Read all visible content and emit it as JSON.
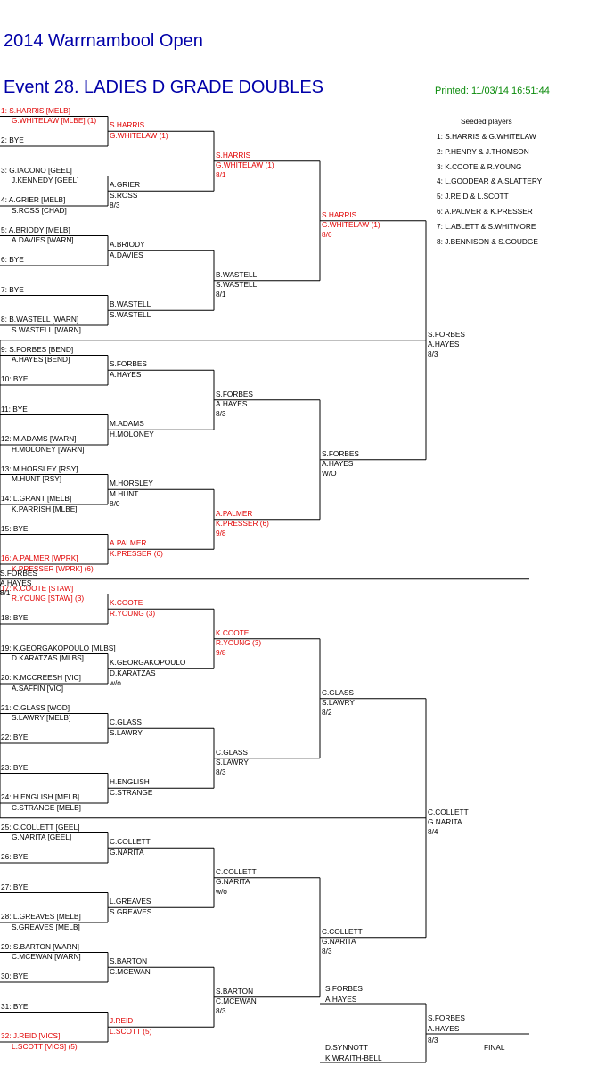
{
  "header": {
    "title": "2014 Warrnambool Open",
    "event": "Event 28. LADIES D GRADE DOUBLES",
    "printed": "Printed: 11/03/14 16:51:44"
  },
  "seeded": {
    "title": "Seeded players",
    "items": [
      "1: S.HARRIS & G.WHITELAW",
      "2: P.HENRY & J.THOMSON",
      "3: K.COOTE & R.YOUNG",
      "4: L.GOODEAR & A.SLATTERY",
      "5: J.REID & L.SCOTT",
      "6: A.PALMER & K.PRESSER",
      "7: L.ABLETT & S.WHITMORE",
      "8: J.BENNISON & S.GOUDGE"
    ]
  },
  "draw": [
    {
      "line1": "1: S.HARRIS [MELB]",
      "line2": "G.WHITELAW [MLBE] (1)",
      "seeded": true
    },
    {
      "line1": "2: BYE",
      "line2": "",
      "seeded": false
    },
    {
      "line1": "3: G.IACONO [GEEL]",
      "line2": "J.KENNEDY [GEEL]",
      "seeded": false
    },
    {
      "line1": "4: A.GRIER [MELB]",
      "line2": "S.ROSS [CHAD]",
      "seeded": false
    },
    {
      "line1": "5: A.BRIODY [MELB]",
      "line2": "A.DAVIES [WARN]",
      "seeded": false
    },
    {
      "line1": "6: BYE",
      "line2": "",
      "seeded": false
    },
    {
      "line1": "7: BYE",
      "line2": "",
      "seeded": false
    },
    {
      "line1": "8: B.WASTELL [WARN]",
      "line2": "S.WASTELL [WARN]",
      "seeded": false
    },
    {
      "line1": "9: S.FORBES [BEND]",
      "line2": "A.HAYES [BEND]",
      "seeded": false
    },
    {
      "line1": "10: BYE",
      "line2": "",
      "seeded": false
    },
    {
      "line1": "11: BYE",
      "line2": "",
      "seeded": false
    },
    {
      "line1": "12: M.ADAMS [WARN]",
      "line2": "H.MOLONEY [WARN]",
      "seeded": false
    },
    {
      "line1": "13: M.HORSLEY [RSY]",
      "line2": "M.HUNT [RSY]",
      "seeded": false
    },
    {
      "line1": "14: L.GRANT [MELB]",
      "line2": "K.PARRISH [MLBE]",
      "seeded": false
    },
    {
      "line1": "15: BYE",
      "line2": "",
      "seeded": false
    },
    {
      "line1": "16: A.PALMER [WPRK]",
      "line2": "K.PRESSER [WPRK] (6)",
      "seeded": true
    },
    {
      "line1": "17: K.COOTE [STAW]",
      "line2": "R.YOUNG [STAW] (3)",
      "seeded": true
    },
    {
      "line1": "18: BYE",
      "line2": "",
      "seeded": false
    },
    {
      "line1": "19: K.GEORGAKOPOULO [MLBS]",
      "line2": "D.KARATZAS [MLBS]",
      "seeded": false
    },
    {
      "line1": "20: K.MCCREESH [VIC]",
      "line2": "A.SAFFIN [VIC]",
      "seeded": false
    },
    {
      "line1": "21: C.GLASS [WOD]",
      "line2": "S.LAWRY [MELB]",
      "seeded": false
    },
    {
      "line1": "22: BYE",
      "line2": "",
      "seeded": false
    },
    {
      "line1": "23: BYE",
      "line2": "",
      "seeded": false
    },
    {
      "line1": "24: H.ENGLISH [MELB]",
      "line2": "C.STRANGE [MELB]",
      "seeded": false
    },
    {
      "line1": "25: C.COLLETT [GEEL]",
      "line2": "G.NARITA [GEEL]",
      "seeded": false
    },
    {
      "line1": "26: BYE",
      "line2": "",
      "seeded": false
    },
    {
      "line1": "27: BYE",
      "line2": "",
      "seeded": false
    },
    {
      "line1": "28: L.GREAVES [MELB]",
      "line2": "S.GREAVES [MELB]",
      "seeded": false
    },
    {
      "line1": "29: S.BARTON [WARN]",
      "line2": "C.MCEWAN [WARN]",
      "seeded": false
    },
    {
      "line1": "30: BYE",
      "line2": "",
      "seeded": false
    },
    {
      "line1": "31: BYE",
      "line2": "",
      "seeded": false
    },
    {
      "line1": "32: J.REID [VICS]",
      "line2": "L.SCOTT [VICS] (5)",
      "seeded": true
    }
  ],
  "rounds": [
    [
      {
        "p1": "S.HARRIS",
        "p2": "G.WHITELAW (1)",
        "score": "",
        "seeded": true
      },
      {
        "p1": "A.GRIER",
        "p2": "S.ROSS",
        "score": "8/3",
        "seeded": false
      },
      {
        "p1": "A.BRIODY",
        "p2": "A.DAVIES",
        "score": "",
        "seeded": false
      },
      {
        "p1": "B.WASTELL",
        "p2": "S.WASTELL",
        "score": "",
        "seeded": false
      },
      {
        "p1": "S.FORBES",
        "p2": "A.HAYES",
        "score": "",
        "seeded": false
      },
      {
        "p1": "M.ADAMS",
        "p2": "H.MOLONEY",
        "score": "",
        "seeded": false
      },
      {
        "p1": "M.HORSLEY",
        "p2": "M.HUNT",
        "score": "8/0",
        "seeded": false
      },
      {
        "p1": "A.PALMER",
        "p2": "K.PRESSER (6)",
        "score": "",
        "seeded": true
      },
      {
        "p1": "K.COOTE",
        "p2": "R.YOUNG (3)",
        "score": "",
        "seeded": true
      },
      {
        "p1": "K.GEORGAKOPOULO",
        "p2": "D.KARATZAS",
        "score": "w/o",
        "seeded": false
      },
      {
        "p1": "C.GLASS",
        "p2": "S.LAWRY",
        "score": "",
        "seeded": false
      },
      {
        "p1": "H.ENGLISH",
        "p2": "C.STRANGE",
        "score": "",
        "seeded": false
      },
      {
        "p1": "C.COLLETT",
        "p2": "G.NARITA",
        "score": "",
        "seeded": false
      },
      {
        "p1": "L.GREAVES",
        "p2": "S.GREAVES",
        "score": "",
        "seeded": false
      },
      {
        "p1": "S.BARTON",
        "p2": "C.MCEWAN",
        "score": "",
        "seeded": false
      },
      {
        "p1": "J.REID",
        "p2": "L.SCOTT (5)",
        "score": "",
        "seeded": true
      }
    ],
    [
      {
        "p1": "S.HARRIS",
        "p2": "G.WHITELAW (1)",
        "score": "8/1",
        "seeded": true
      },
      {
        "p1": "B.WASTELL",
        "p2": "S.WASTELL",
        "score": "8/1",
        "seeded": false
      },
      {
        "p1": "S.FORBES",
        "p2": "A.HAYES",
        "score": "8/3",
        "seeded": false
      },
      {
        "p1": "A.PALMER",
        "p2": "K.PRESSER (6)",
        "score": "9/8",
        "seeded": true
      },
      {
        "p1": "K.COOTE",
        "p2": "R.YOUNG (3)",
        "score": "9/8",
        "seeded": true
      },
      {
        "p1": "C.GLASS",
        "p2": "S.LAWRY",
        "score": "8/3",
        "seeded": false
      },
      {
        "p1": "C.COLLETT",
        "p2": "G.NARITA",
        "score": "w/o",
        "seeded": false
      },
      {
        "p1": "S.BARTON",
        "p2": "C.MCEWAN",
        "score": "8/3",
        "seeded": false
      }
    ],
    [
      {
        "p1": "S.HARRIS",
        "p2": "G.WHITELAW (1)",
        "score": "8/6",
        "seeded": true
      },
      {
        "p1": "S.FORBES",
        "p2": "A.HAYES",
        "score": "W/O",
        "seeded": false
      },
      {
        "p1": "C.GLASS",
        "p2": "S.LAWRY",
        "score": "8/2",
        "seeded": false
      },
      {
        "p1": "C.COLLETT",
        "p2": "G.NARITA",
        "score": "8/3",
        "seeded": false
      }
    ],
    [
      {
        "p1": "S.FORBES",
        "p2": "A.HAYES",
        "score": "8/3",
        "seeded": false
      },
      {
        "p1": "C.COLLETT",
        "p2": "G.NARITA",
        "score": "8/4",
        "seeded": false
      }
    ],
    [
      {
        "p1": "S.FORBES",
        "p2": "A.HAYES",
        "score": "8/1",
        "seeded": false
      }
    ]
  ],
  "final": {
    "top": {
      "p1": "S.FORBES",
      "p2": "A.HAYES"
    },
    "bottom": {
      "p1": "D.SYNNOTT",
      "p2": "K.WRAITH-BELL"
    },
    "winner": {
      "p1": "S.FORBES",
      "p2": "A.HAYES",
      "score": "8/3"
    },
    "label": "FINAL"
  }
}
